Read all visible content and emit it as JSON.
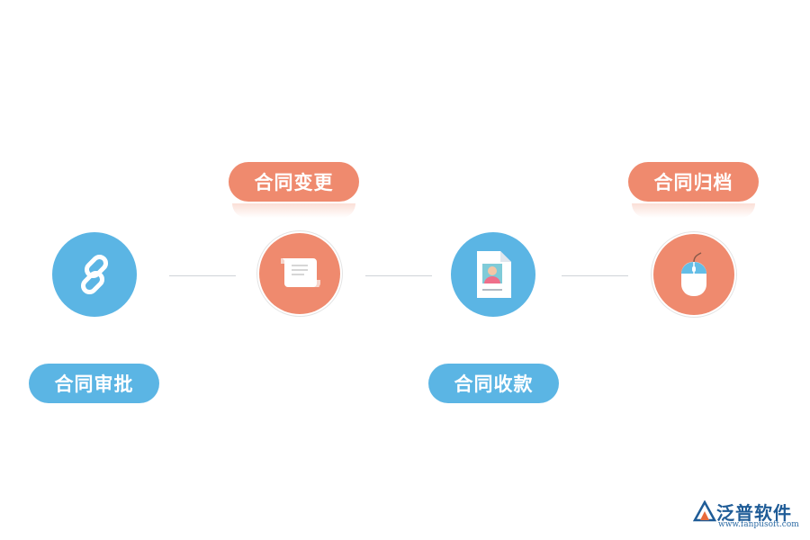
{
  "steps": [
    {
      "label": "合同审批",
      "icon": "chain-link-icon",
      "color": "#5bb5e4"
    },
    {
      "label": "合同变更",
      "icon": "scroll-icon",
      "color": "#ef8a6e"
    },
    {
      "label": "合同收款",
      "icon": "document-portrait-icon",
      "color": "#5bb5e4"
    },
    {
      "label": "合同归档",
      "icon": "mouse-icon",
      "color": "#ef8a6e"
    }
  ],
  "logo": {
    "name": "泛普软件",
    "url": "www.fanpusoft.com"
  }
}
